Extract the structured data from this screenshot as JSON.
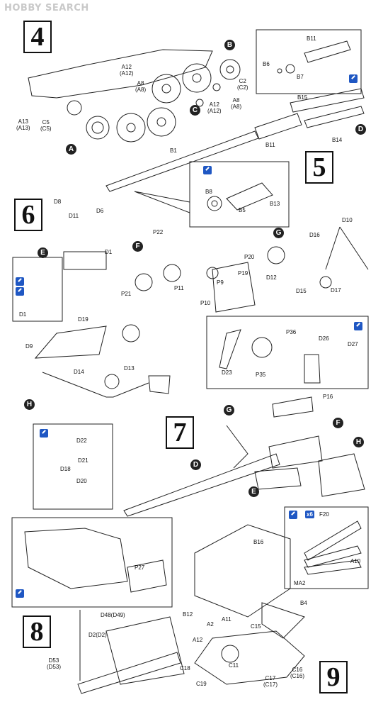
{
  "watermark": "HOBBY SEARCH",
  "steps": {
    "s4": "4",
    "s5": "5",
    "s6": "6",
    "s7": "7",
    "s8": "8",
    "s9": "9"
  },
  "circles": {
    "A": "A",
    "B": "B",
    "C": "C",
    "D": "D",
    "E": "E",
    "F": "F",
    "G": "G",
    "H": "H"
  },
  "labels": {
    "a13": "A13\n(A13)",
    "c5": "C5\n(C5)",
    "a12_top": "A12\n(A12)",
    "a8_1": "A8\n(A8)",
    "c2": "C2\n(C2)",
    "a12_mid": "A12\n(A12)",
    "a8_2": "A8\n(A8)",
    "b11_top": "B11",
    "b6": "B6",
    "b7": "B7",
    "b15": "B15",
    "b11_mid": "B11",
    "b14": "B14",
    "b1": "B1",
    "b8": "B8",
    "b5": "B5",
    "b13": "B13",
    "d8": "D8",
    "d11": "D11",
    "d6": "D6",
    "d1": "D1",
    "d1_box": "D1",
    "p22": "P22",
    "p20": "P20",
    "p19": "P19",
    "p9": "P9",
    "p11": "P11",
    "p21": "P21",
    "p10": "P10",
    "d10": "D10",
    "d16": "D16",
    "d12": "D12",
    "d15": "D15",
    "d17": "D17",
    "d19": "D19",
    "d9": "D9",
    "d14": "D14",
    "d13": "D13",
    "d23": "D23",
    "p36": "P36",
    "d26": "D26",
    "d27": "D27",
    "p35": "P35",
    "d22": "D22",
    "d21": "D21",
    "d18": "D18",
    "d20": "D20",
    "p16": "P16",
    "p27": "P27",
    "d48": "D48(D49)",
    "d2": "D2(D2)",
    "d53": "D53\n(D53)",
    "b16": "B16",
    "b12": "B12",
    "f20": "F20",
    "a10": "A10",
    "ma2": "MA2",
    "b4": "B4",
    "a2": "A2",
    "a11": "A11",
    "a12_b": "A12",
    "c15": "C15",
    "c11": "C11",
    "c18": "C18",
    "c19": "C19",
    "c17": "C17\n(C17)",
    "c16": "C16\n(C16)"
  },
  "x6_badge": "x6"
}
